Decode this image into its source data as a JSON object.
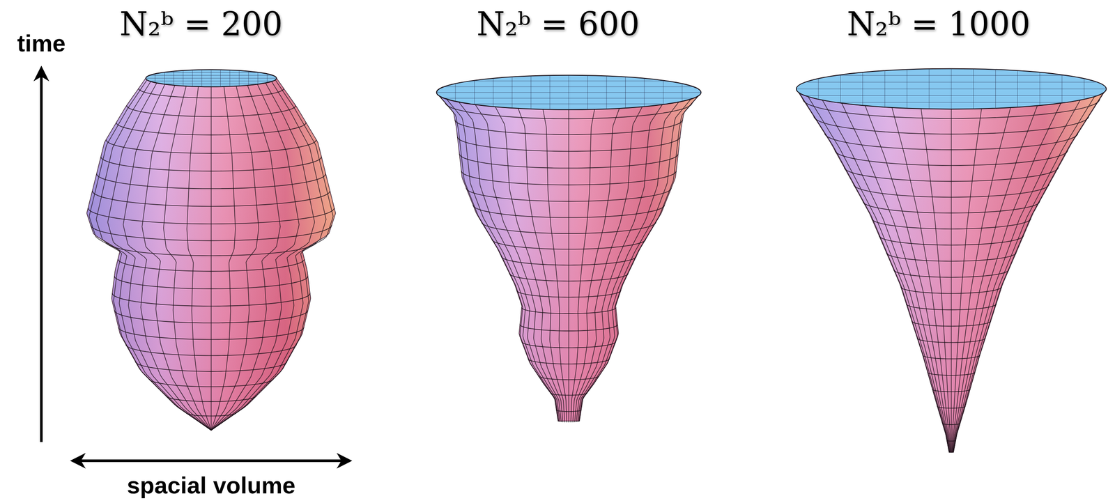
{
  "diagram": {
    "labels": [
      "N₂ᵇ = 200",
      "N₂ᵇ = 600",
      "N₂ᵇ = 1000",
      "time",
      "spacial volume"
    ]
  }
}
